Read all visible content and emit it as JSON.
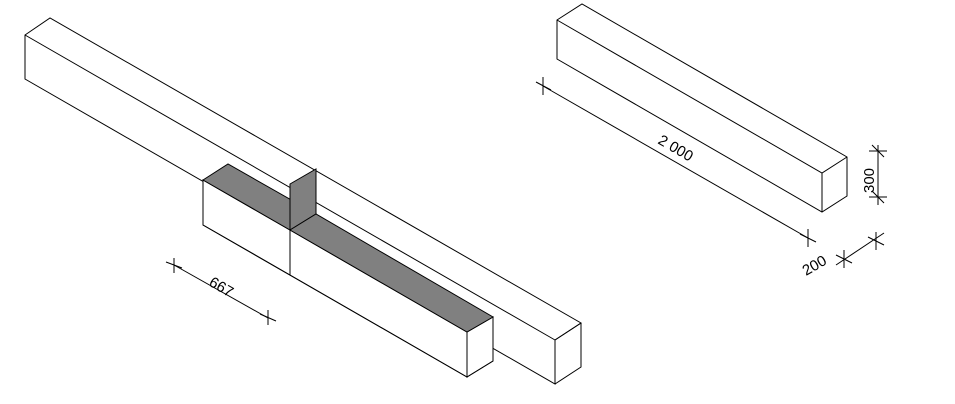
{
  "colors": {
    "line": "#000000",
    "cut_face": "#808080",
    "background": "#ffffff"
  },
  "dimensions": {
    "length": "2 000",
    "height": "300",
    "width": "200",
    "segment": "667"
  }
}
